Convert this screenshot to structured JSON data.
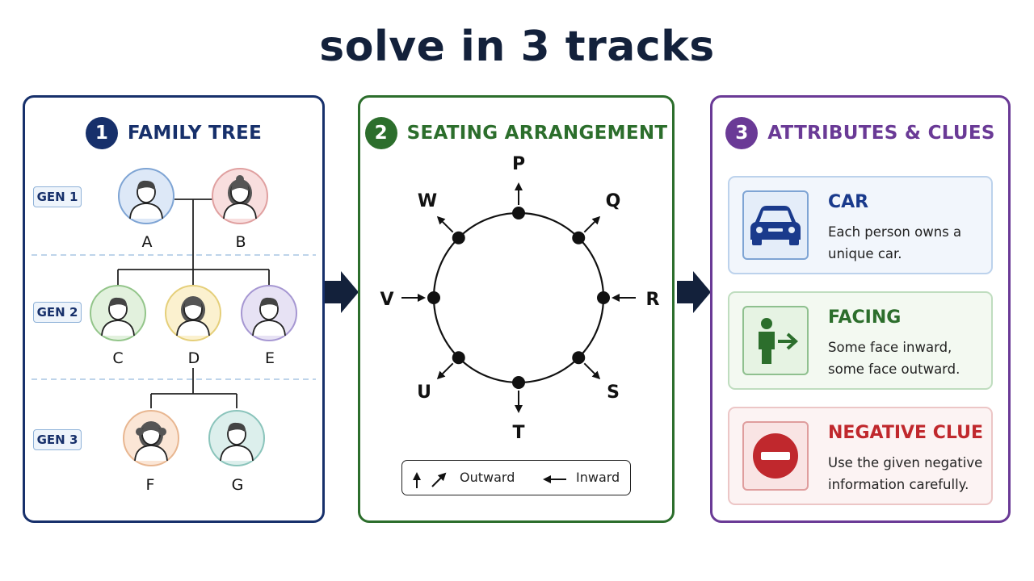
{
  "title": "solve in 3 tracks",
  "colors": {
    "navy": "#17306b",
    "green": "#2c6e2c",
    "purple": "#6a3a96",
    "red": "#c0282d"
  },
  "family_tree": {
    "number": "1",
    "title": "FAMILY TREE",
    "generations": [
      "GEN 1",
      "GEN 2",
      "GEN 3"
    ],
    "people": [
      {
        "name": "A",
        "icon": "man-avatar-icon"
      },
      {
        "name": "B",
        "icon": "woman-avatar-icon"
      },
      {
        "name": "C",
        "icon": "man-avatar-icon"
      },
      {
        "name": "D",
        "icon": "woman-avatar-icon"
      },
      {
        "name": "E",
        "icon": "man-avatar-icon"
      },
      {
        "name": "F",
        "icon": "girl-avatar-icon"
      },
      {
        "name": "G",
        "icon": "boy-avatar-icon"
      }
    ]
  },
  "seating": {
    "number": "2",
    "title": "SEATING ARRANGEMENT",
    "seats": [
      {
        "label": "P",
        "facing": "outward"
      },
      {
        "label": "Q",
        "facing": "outward"
      },
      {
        "label": "R",
        "facing": "inward"
      },
      {
        "label": "S",
        "facing": "outward"
      },
      {
        "label": "T",
        "facing": "outward"
      },
      {
        "label": "U",
        "facing": "outward"
      },
      {
        "label": "V",
        "facing": "inward"
      },
      {
        "label": "W",
        "facing": "outward"
      }
    ],
    "legend": {
      "outward": "Outward",
      "inward": "Inward"
    }
  },
  "attributes": {
    "number": "3",
    "title": "ATTRIBUTES & CLUES",
    "cards": [
      {
        "title": "CAR",
        "desc": "Each person owns a unique car.",
        "icon": "car-icon"
      },
      {
        "title": "FACING",
        "desc": "Some face inward, some face outward.",
        "icon": "person-facing-icon"
      },
      {
        "title": "NEGATIVE CLUE",
        "desc": "Use the given negative information carefully.",
        "icon": "no-entry-icon"
      }
    ]
  }
}
